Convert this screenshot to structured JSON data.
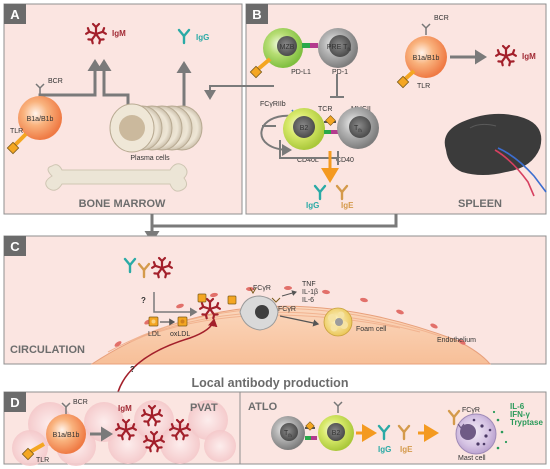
{
  "panels": {
    "a": {
      "letter": "A",
      "title": "BONE MARROW",
      "bcr": "BCR",
      "tlr": "TLR",
      "b1": "B1a/B1b",
      "igm": "IgM",
      "igg": "IgG",
      "plasma": "Plasma cells"
    },
    "b": {
      "letter": "B",
      "title": "SPLEEN",
      "mzb": "MZB",
      "pret": "PRE T",
      "pret_sub": "fh",
      "pdl1": "PD-L1",
      "pd1": "PD-1",
      "fcr": "FCγRIIb",
      "b2": "B2",
      "tcr": "TCR",
      "mhc": "MHCII",
      "tfh": "T",
      "tfh_sub": "fh",
      "cd40l": "CD40L",
      "cd40": "CD40",
      "bcr": "BCR",
      "b1": "B1a/B1b",
      "tlr": "TLR",
      "igm": "IgM",
      "igg": "IgG",
      "ige": "IgE"
    },
    "c": {
      "letter": "C",
      "title": "CIRCULATION",
      "ldl": "LDL",
      "oxldl": "oxLDL",
      "fcr1": "FCγR",
      "fcr2": "FCγR",
      "tnf": "TNF",
      "il1b": "IL-1β",
      "il6": "IL-6",
      "foam": "Foam cell",
      "endothelium": "Endothelium",
      "q1": "?",
      "q2": "?"
    },
    "heading": "Local antibody production",
    "d": {
      "letter": "D",
      "pvat": "PVAT",
      "atlo": "ATLO",
      "bcr": "BCR",
      "tlr": "TLR",
      "b1": "B1a/B1b",
      "igm": "IgM",
      "tfh": "T",
      "tfh_sub": "fh",
      "b2": "B2",
      "igg": "IgG",
      "ige": "IgE",
      "fcr": "FCγR",
      "il6": "IL-6",
      "ifng": "IFN-γ",
      "tryptase": "Tryptase",
      "mast": "Mast cell"
    }
  },
  "colors": {
    "panel_bg": "#fbe5e1",
    "panel_border": "#8f8f8f",
    "letter_bg": "#6b6b6b",
    "b1_cell": "#f5915c",
    "mzb_cell": "#9acd5a",
    "b2_cell": "#c8df52",
    "t_cell": "#8e8e8e",
    "igm": "#a12a34",
    "igg": "#2aaaa6",
    "ige": "#d49a4b",
    "arrow": "#f49a20",
    "bone": "#e9e2d3",
    "endothelium": "#f9c9a6",
    "spleen": "#3b3b3b"
  },
  "icons": [
    "antibody-igm-icon",
    "antibody-igg-icon",
    "antibody-ige-icon",
    "tlr-receptor-icon",
    "lipoprotein-icon",
    "bone-icon",
    "spleen-icon",
    "plasma-cell-stack-icon",
    "mast-cell-icon"
  ]
}
